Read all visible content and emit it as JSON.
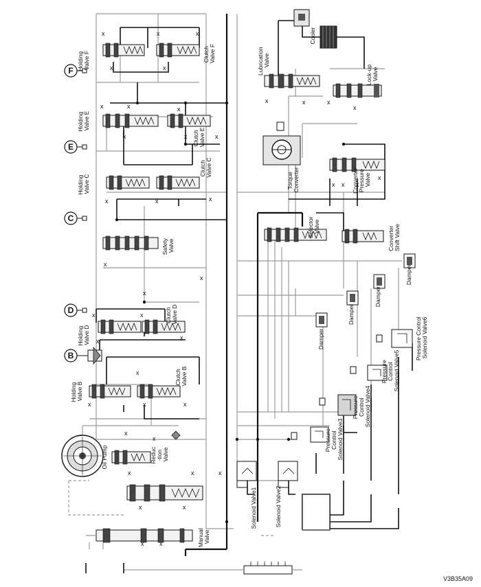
{
  "figure_code": "V3B35A09",
  "circuit_markers": [
    "F",
    "E",
    "C",
    "D",
    "B"
  ],
  "valves": {
    "holding_valve_f": [
      "Holding",
      "Valve F"
    ],
    "clutch_valve_f": [
      "Clutch",
      "Valve F"
    ],
    "holding_valve_e": [
      "Holding",
      "Valve E"
    ],
    "clutch_valve_e": [
      "Clutch",
      "Valve E"
    ],
    "holding_valve_c": [
      "Holding",
      "Valve C"
    ],
    "clutch_valve_c": [
      "Clutch",
      "Valve C"
    ],
    "safety_valve": [
      "Safety",
      "Valve"
    ],
    "holding_valve_d": [
      "Holding",
      "Valve D"
    ],
    "clutch_valve_d": [
      "Clutch",
      "Valve D"
    ],
    "holding_valve_b": [
      "Holding",
      "Valve B"
    ],
    "clutch_valve_b": [
      "Clutch",
      "Valve B"
    ],
    "oil_pump": [
      "Oil Pump"
    ],
    "reduction_valve": [
      "Reduc",
      "-tion",
      "Valve"
    ],
    "manual_valve": [
      "Manual",
      "Valve"
    ],
    "solenoid_valve1": [
      "Solenoid Valve1"
    ],
    "solenoid_valve2": [
      "Solenoid Valve2"
    ],
    "pcsv3": [
      "Pressure",
      "Control",
      "Solenoid Valve3"
    ],
    "pcsv4": [
      "Pressure",
      "Control",
      "Solenoid Valve4"
    ],
    "pcsv5": [
      "Pressure",
      "Control",
      "Solenoid Valve5"
    ],
    "pcsv6": [
      "Pressure Control",
      "Solenoid Valve6"
    ],
    "damper": "Damper",
    "selector_valve": [
      "Selector",
      "Valve"
    ],
    "converter_shift_valve": [
      "Converter",
      "Shift Valve"
    ],
    "converter_pressure_valve": [
      "Converter",
      "Pressure",
      "Valve"
    ],
    "torque_converter": [
      "Torque",
      "Converter"
    ],
    "lubrication_valve": [
      "Lubrication",
      "Valve"
    ],
    "lockup_valve": [
      "Lock-up",
      "Valve"
    ],
    "cooler": "Cooler"
  }
}
